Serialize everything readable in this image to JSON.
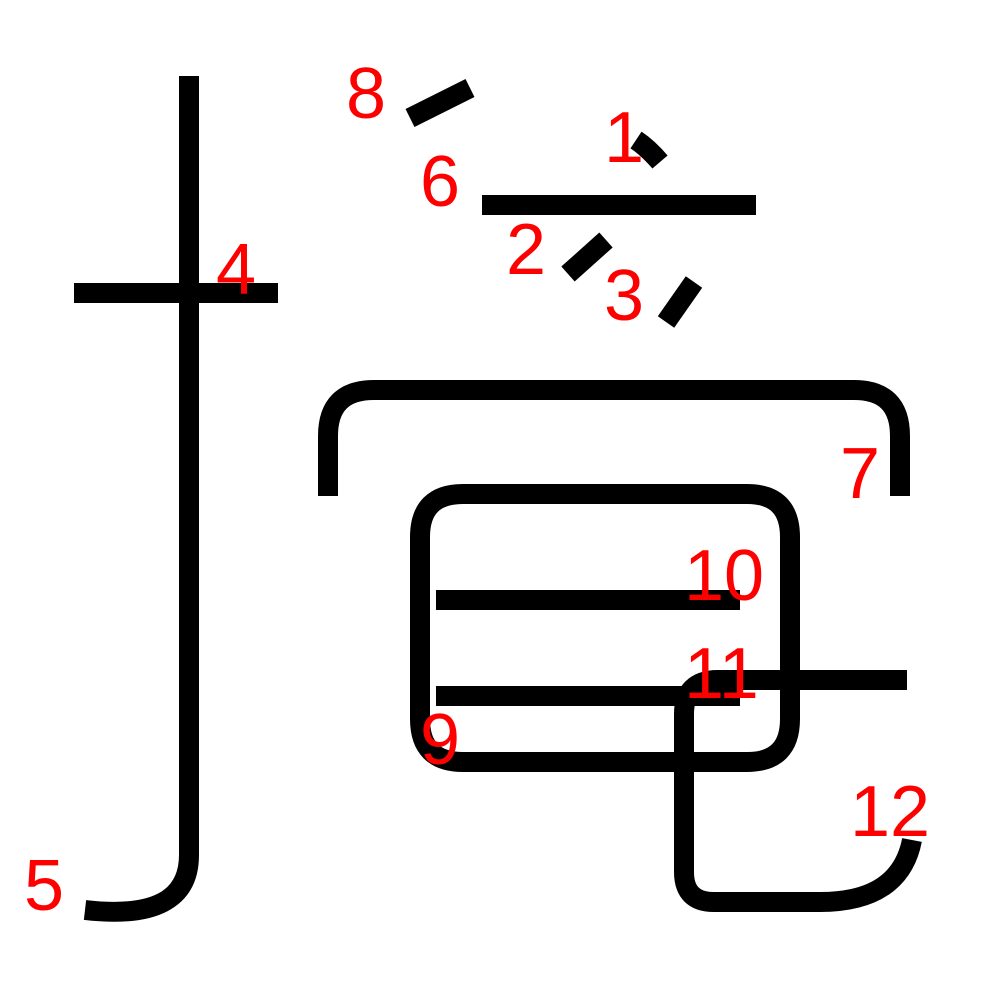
{
  "diagram": {
    "stroke_color": "#000000",
    "label_color": "#ff0000",
    "background_color": "#ffffff",
    "stroke_labels": [
      "1",
      "2",
      "3",
      "4",
      "5",
      "6",
      "7",
      "8",
      "9",
      "10",
      "11",
      "12"
    ]
  }
}
